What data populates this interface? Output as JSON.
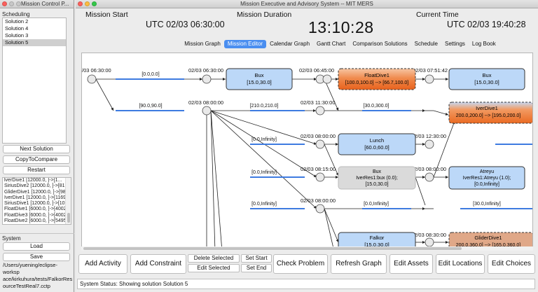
{
  "left_window": {
    "title": "Mission Control P...",
    "scheduling_label": "Scheduling",
    "solutions": [
      "Solution 2",
      "Solution 4",
      "Solution 3",
      "Solution 5"
    ],
    "selected_solution": "Solution 5",
    "buttons": {
      "next_solution": "Next Solution",
      "copy_to_compare": "CopyToCompare",
      "restart": "Restart"
    },
    "log_lines": [
      "lverDive1 [12000.0, ]->[1...",
      "SiriusDive2 [12000.0, ]->[819",
      "GliderDive1 [12000.0, ]->[989",
      "IverDive1 [12000.0, ]->[1169",
      "SiriusDive1 [12000.0, ]->[107",
      "FloatDive1 [6000.0, ]->[4002.",
      "FloatDive3 [6000.0, ]->[4002.",
      "FloatDive2 [6000.0, ]->[5495."
    ],
    "system_label": "System",
    "load": "Load",
    "save": "Save",
    "path_lines": [
      "/Users/yuening/eclipse-worksp",
      "ace/kirkuhura/tests/FalkorRes",
      "ourceTestReal7.cctp"
    ]
  },
  "main_window": {
    "title": "Mission Executive and Advisory System --  MIT MERS",
    "mission_start_label": "Mission Start",
    "mission_start_value": "UTC 02/03 06:30:00",
    "mission_duration_label": "Mission Duration",
    "mission_duration_value": "13:10:28",
    "current_time_label": "Current Time",
    "current_time_value": "UTC 02/03 19:40:28",
    "tabs": [
      "Mission Graph",
      "Mission Editor",
      "Calendar Graph",
      "Gantt Chart",
      "Comparison Solutions",
      "Schedule",
      "Settings",
      "Log Book"
    ],
    "active_tab": "Mission Editor",
    "buttons": {
      "add_activity": "Add Activity",
      "add_constraint": "Add Constraint",
      "delete_selected": "Delete Selected",
      "edit_selected": "Edit Selected",
      "set_start": "Set Start",
      "set_end": "Set End",
      "check_problem": "Check Problem",
      "refresh_graph": "Refresh Graph",
      "edit_assets": "Edit Assets",
      "edit_locations": "Edit Locations",
      "edit_choices": "Edit Choices"
    },
    "status_text": "System Status: Showing solution Solution 5",
    "graph": {
      "time_labels": {
        "t_start": "/03 06:30:00",
        "t1": "02/03 06:30:00",
        "t2": "02/03 06:45:00",
        "t3": "02/03 07:51:42",
        "t4": "02/03 08:00:00",
        "t5": "02/03 11:30:00",
        "t6": "02/03 08:00:00",
        "t7": "02/03 12:30:00",
        "t8": "02/03 08:15:00",
        "t9": "02/03 08:00:00",
        "t10": "02/03 08:00:00",
        "t11": "02/03 08:30:00"
      },
      "edge_labels": {
        "e1": "[0.0,0.0]",
        "e2": "[90.0,90.0]",
        "e3": "[210.0,210.0]",
        "e4": "[30.0,300.0]",
        "e5": "[0.0,Infinity]",
        "e6": "[0.0,Infinity]",
        "e7": "[0.0,Infinity]",
        "e8": "[0.0,Infinity]",
        "e9": "[30.0,Infinity]"
      },
      "activities": {
        "bux1": {
          "name": "Bux",
          "range": "[15.0,30.0]"
        },
        "floatdive1": {
          "name": "FloatDive1",
          "range": "[100.0,100.0] --> [66.7,100.0]"
        },
        "bux2": {
          "name": "Bux",
          "range": "[15.0,30.0]"
        },
        "iverdive1": {
          "name": "IverDive1",
          "range": "200.0,200.0] --> [195.0,200.0]"
        },
        "lunch": {
          "name": "Lunch",
          "range": "[60.0,60.0]"
        },
        "bux_gray": {
          "name": "Bux",
          "line2": "IverRes1:bux (0.0);",
          "range": "[15.0,30.0]"
        },
        "atreyu": {
          "name": "Atreyu",
          "line2": "IverRes1:Atreyu (1.0);",
          "range": "[0.0,Infinity]"
        },
        "falkor": {
          "name": "Falkor",
          "range": "[15.0,30.0]"
        },
        "gliderdive1": {
          "name": "GliderDive1",
          "range": "200.0,360.0] --> [165.0,360.0]"
        }
      },
      "colors": {
        "activity_blue": "#bcd8f8",
        "activity_orange": "#f26a1f",
        "activity_salmon": "#e0a888",
        "activity_gray": "#dadada",
        "edge_blue": "#3e7be0"
      }
    }
  }
}
